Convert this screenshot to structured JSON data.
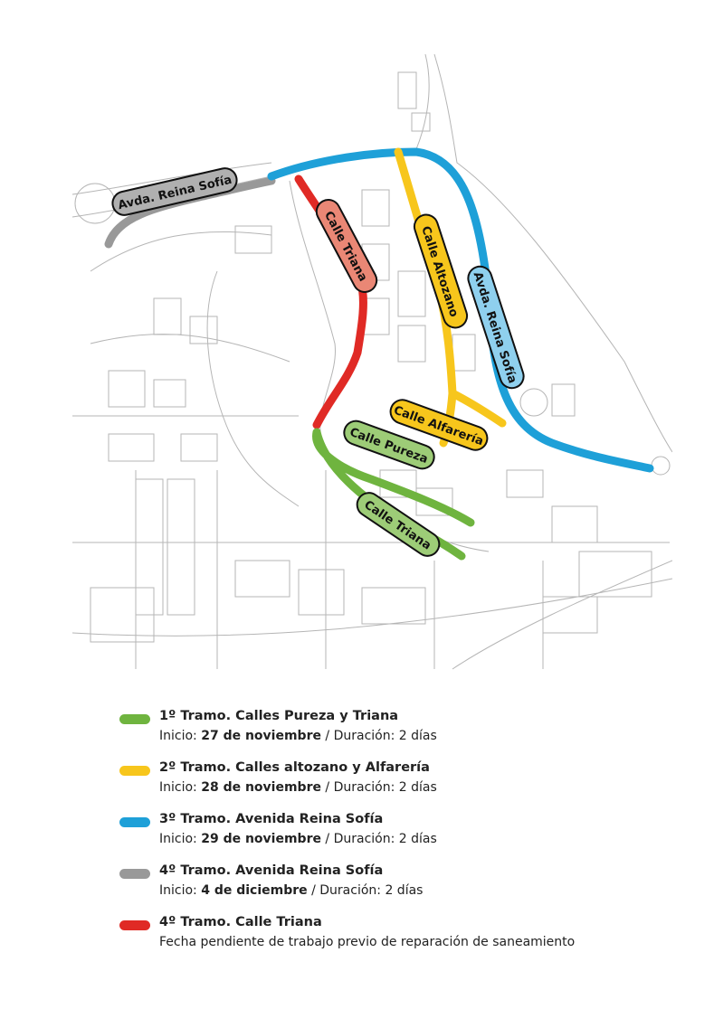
{
  "map": {
    "labels": {
      "avda_reina_sofia_west": "Avda. Reina Sofía",
      "calle_triana_north": "Calle Triana",
      "calle_altozano": "Calle Altozano",
      "avda_reina_sofia_east": "Avda. Reina Sofía",
      "calle_alfareria": "Calle Alfarería",
      "calle_pureza": "Calle Pureza",
      "calle_triana_south": "Calle Triana"
    },
    "colors": {
      "green": "#6fb43f",
      "yellow": "#f7c61c",
      "blue": "#1ea0d8",
      "gray": "#999999",
      "red": "#e02a25"
    }
  },
  "legend": [
    {
      "color": "#6fb43f",
      "title": "1º Tramo. Calles Pureza y Triana",
      "prefix": "Inicio: ",
      "date": "27 de noviembre",
      "suffix": " / Duración: 2 días"
    },
    {
      "color": "#f7c61c",
      "title": "2º Tramo. Calles altozano y Alfarería",
      "prefix": "Inicio: ",
      "date": "28 de noviembre",
      "suffix": " / Duración: 2 días"
    },
    {
      "color": "#1ea0d8",
      "title": "3º Tramo. Avenida Reina Sofía",
      "prefix": "Inicio: ",
      "date": "29 de noviembre",
      "suffix": " / Duración: 2 días"
    },
    {
      "color": "#999999",
      "title": "4º Tramo. Avenida Reina Sofía",
      "prefix": "Inicio: ",
      "date": "4 de diciembre",
      "suffix": " / Duración: 2 días"
    },
    {
      "color": "#e02a25",
      "title": "4º Tramo. Calle Triana",
      "prefix": "Fecha pendiente de trabajo previo de reparación de saneamiento",
      "date": "",
      "suffix": ""
    }
  ]
}
